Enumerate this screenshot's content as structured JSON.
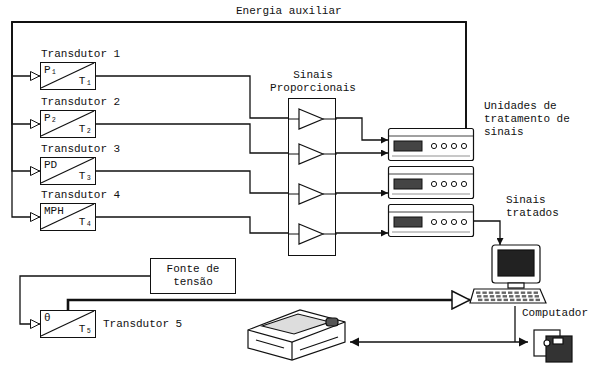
{
  "diagram": {
    "nodes": [
      {
        "text": [
          "Transdutor 1",
          "P₁",
          "T₁"
        ]
      },
      {
        "text": [
          "Transdutor 2",
          "P₂",
          "T₂"
        ]
      },
      {
        "text": [
          "Transdutor 3",
          "PD",
          "T₃"
        ]
      },
      {
        "text": [
          "Transdutor 4",
          "MPH",
          "T₄"
        ]
      },
      {
        "text": [
          "Sinais Proporcionais"
        ]
      },
      {
        "text": [
          "Unidades de tratamento de sinais"
        ]
      },
      {
        "text": [
          "Fonte de tensão"
        ]
      },
      {
        "text": [
          "Transdutor 5",
          "θ",
          "T₅"
        ]
      },
      {
        "text": [
          "Computador"
        ]
      }
    ],
    "edges": [
      {
        "from": 0,
        "to": 4,
        "arrow": "none"
      },
      {
        "from": 1,
        "to": 4,
        "arrow": "none"
      },
      {
        "from": 2,
        "to": 4,
        "arrow": "none"
      },
      {
        "from": 3,
        "to": 4,
        "arrow": "none"
      },
      {
        "from": 4,
        "to": 5,
        "arrow": "to"
      },
      {
        "from": 5,
        "to": 0,
        "arrow": "to"
      },
      {
        "from": 5,
        "to": 1,
        "arrow": "to"
      },
      {
        "from": 5,
        "to": 2,
        "arrow": "to"
      },
      {
        "from": 5,
        "to": 3,
        "arrow": "to"
      },
      {
        "from": 5,
        "to": 8,
        "label": "Sinais tratados",
        "arrow": "to"
      },
      {
        "from": 6,
        "to": 7,
        "arrow": "to"
      },
      {
        "from": 7,
        "to": 8,
        "arrow": "to"
      }
    ],
    "labels": [
      "Energia auxiliar"
    ]
  }
}
